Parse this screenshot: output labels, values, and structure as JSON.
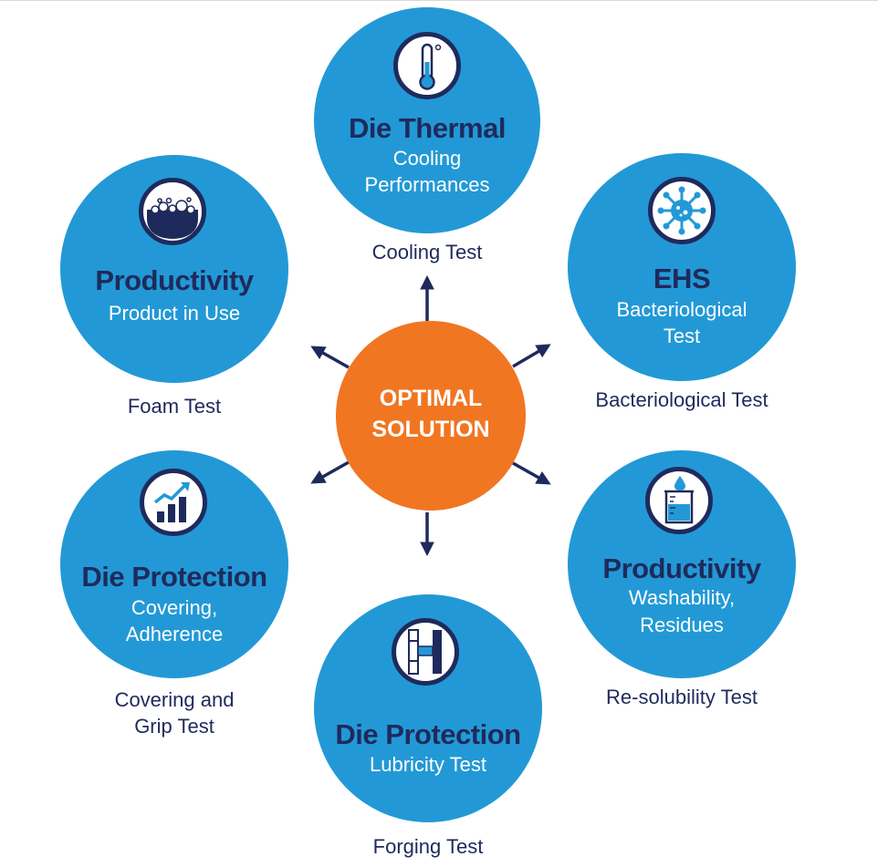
{
  "center": {
    "line1": "OPTIMAL",
    "line2": "SOLUTION"
  },
  "nodes": [
    {
      "title": "Die Thermal",
      "sub": [
        "Cooling",
        "Performances"
      ],
      "caption": [
        "Cooling Test"
      ],
      "icon": "thermometer-icon"
    },
    {
      "title": "EHS",
      "sub": [
        "Bacteriological",
        "Test"
      ],
      "caption": [
        "Bacteriological Test"
      ],
      "icon": "bacteria-icon"
    },
    {
      "title": "Productivity",
      "sub": [
        "Washability,",
        "Residues"
      ],
      "caption": [
        "Re-solubility Test"
      ],
      "icon": "beaker-icon"
    },
    {
      "title": "Die Protection",
      "sub": [
        "Lubricity Test"
      ],
      "caption": [
        "Forging Test"
      ],
      "icon": "die-forging-icon"
    },
    {
      "title": "Die Protection",
      "sub": [
        "Covering,",
        "Adherence"
      ],
      "caption": [
        "Covering and",
        "Grip Test"
      ],
      "icon": "growth-chart-icon"
    },
    {
      "title": "Productivity",
      "sub": [
        "Product in Use"
      ],
      "caption": [
        "Foam Test"
      ],
      "icon": "foam-icon"
    }
  ],
  "colors": {
    "node": "#2299d6",
    "center": "#f07622",
    "navy": "#1f2a5c",
    "sub_text": "#ffffff"
  }
}
